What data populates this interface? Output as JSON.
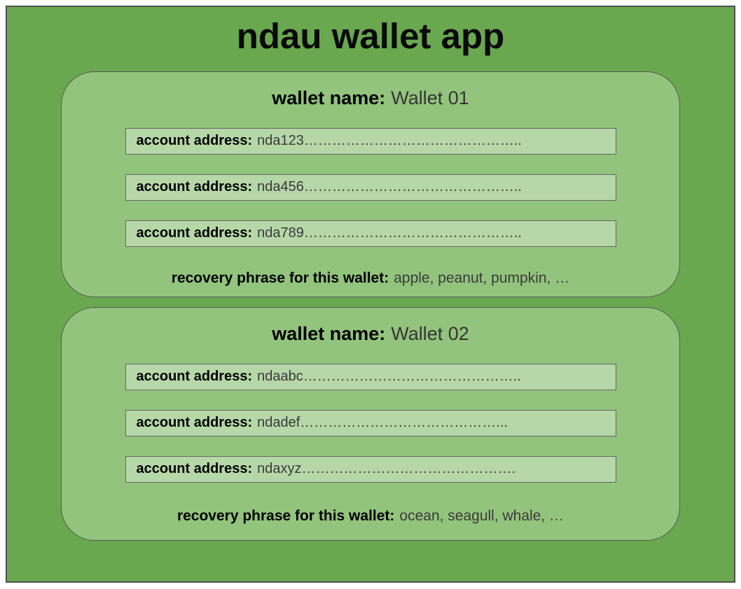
{
  "app": {
    "title": "ndau wallet app"
  },
  "labels": {
    "wallet_name": "wallet name:",
    "account_address": "account address:",
    "recovery_phrase": "recovery phrase for this wallet:"
  },
  "colors": {
    "background": "#6aa84f",
    "card_background": "#93c47d",
    "row_background": "#b6d7a8",
    "border": "#575757",
    "text": "#000000"
  },
  "wallets": [
    {
      "name": "Wallet 01",
      "accounts": [
        "nda123………………………………………..",
        "nda456………………………………………..",
        "nda789……………………………………….."
      ],
      "recovery_phrase": "apple, peanut, pumpkin, …"
    },
    {
      "name": "Wallet 02",
      "accounts": [
        "ndaabc………………………………………..",
        "ndadef……………………………………...",
        "ndaxyz………………………………………."
      ],
      "recovery_phrase": "ocean, seagull, whale, …"
    }
  ]
}
